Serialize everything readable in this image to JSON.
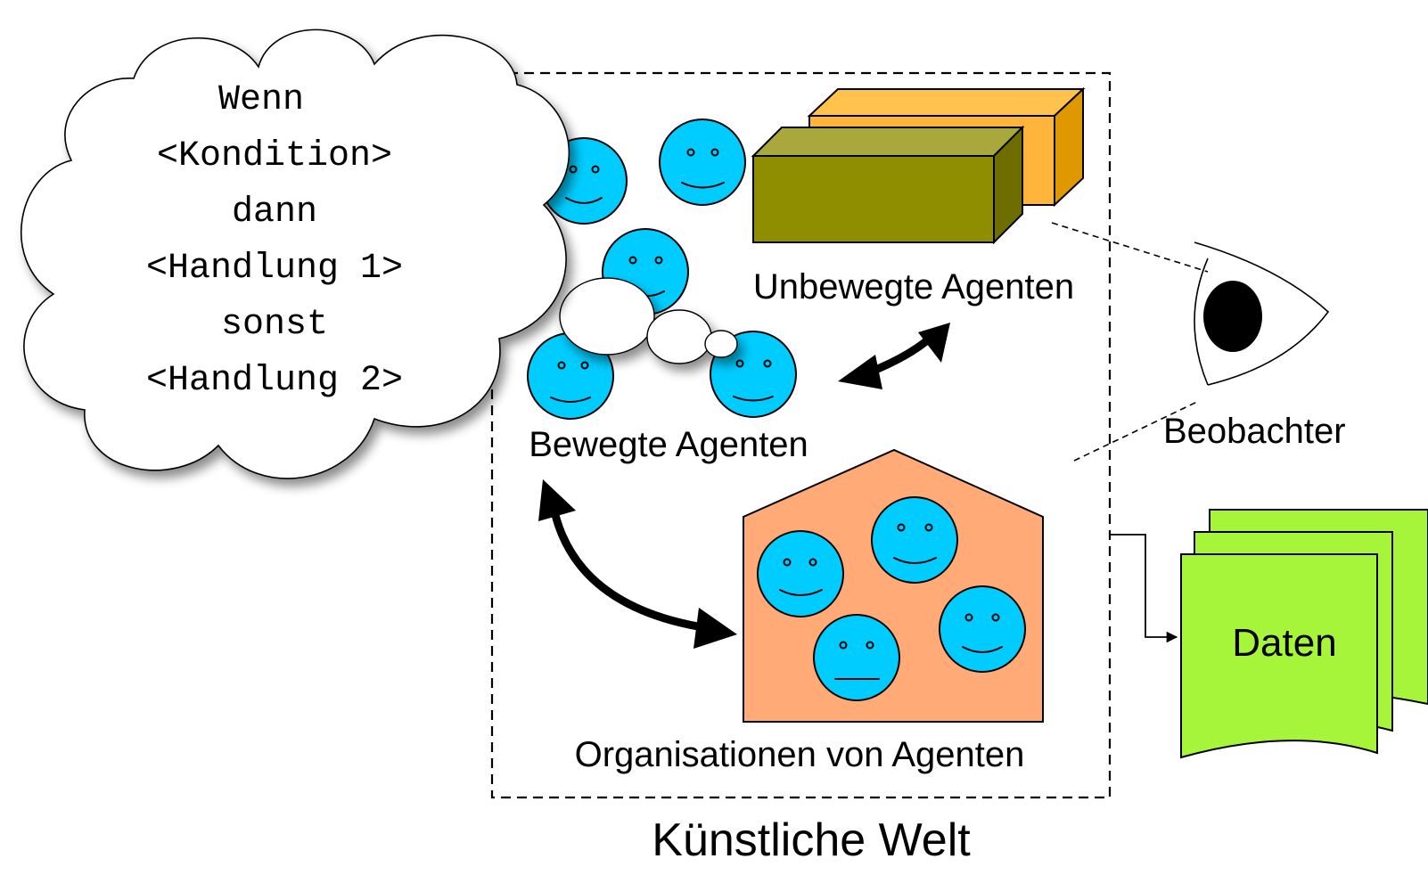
{
  "cloud": {
    "lines": [
      "Wenn",
      "<Kondition>",
      "dann",
      "<Handlung 1>",
      "sonst",
      "<Handlung 2>"
    ]
  },
  "labels": {
    "unbewegte": "Unbewegte Agenten",
    "bewegte": "Bewegte Agenten",
    "organisationen": "Organisationen von Agenten",
    "welt": "Künstliche Welt",
    "beobachter": "Beobachter",
    "daten": "Daten"
  },
  "colors": {
    "agent": "#00CCFF",
    "house": "#FFAA77",
    "box_front": "#8E8E00",
    "box_back": "#FFB43C",
    "documents": "#A6F53A",
    "cloud": "#FFFFFF"
  },
  "icons": [
    "thought-cloud",
    "smiley-face",
    "block",
    "house",
    "eye",
    "document-stack",
    "double-arrow"
  ]
}
